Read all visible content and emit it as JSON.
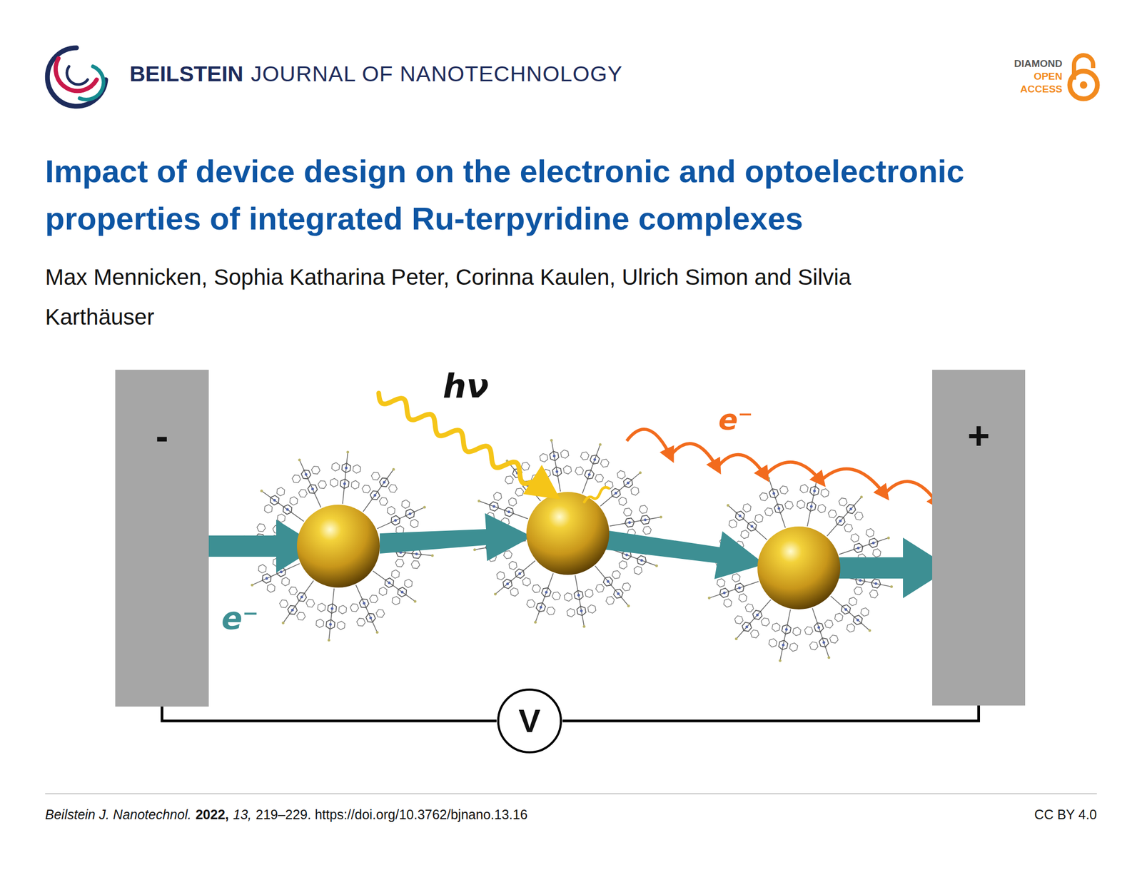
{
  "diagram": {
    "title": "Impact of device design on the electronic and optoelectronic properties of integrated Ru-terpyridine complexes",
    "nodes": [
      {
        "text": [
          "-"
        ]
      },
      {
        "text": [
          "+"
        ]
      },
      {
        "text": [
          "V"
        ]
      }
    ],
    "edges": [
      {
        "from": 0,
        "to": 2,
        "arrow": "none"
      },
      {
        "from": 2,
        "to": 1,
        "arrow": "none"
      }
    ],
    "labels": [
      "BEILSTEIN",
      "JOURNAL OF NANOTECHNOLOGY",
      "DIAMOND",
      "OPEN",
      "ACCESS",
      "Max Mennicken, Sophia Katharina Peter, Corinna Kaulen, Ulrich Simon and Silvia Karthäuser",
      "hν",
      "e⁻",
      "e⁻",
      "Beilstein J. Nanotechnol.",
      "2022,",
      "13,",
      "219–229. https://doi.org/10.3762/bjnano.13.16",
      "CC BY 4.0"
    ]
  }
}
